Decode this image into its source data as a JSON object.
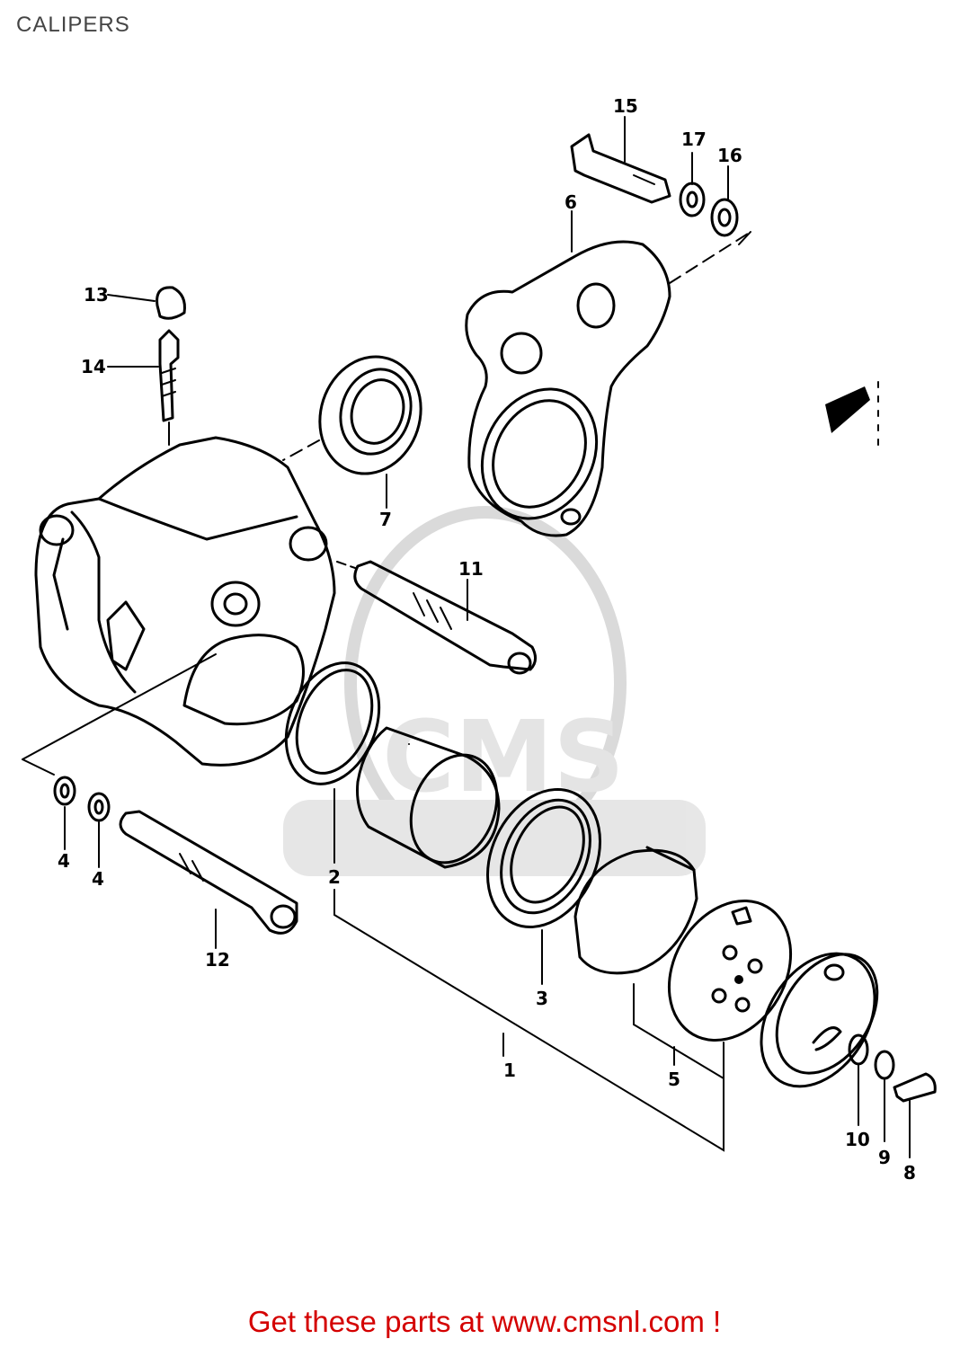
{
  "title": "CALIPERS",
  "footer": "Get these parts at www.cmsnl.com !",
  "footer_color": "#d40000",
  "watermark": "CMS",
  "callouts": [
    "1",
    "2",
    "3",
    "4",
    "4",
    "5",
    "6",
    "7",
    "8",
    "9",
    "10",
    "11",
    "12",
    "13",
    "14",
    "15",
    "16",
    "17"
  ]
}
